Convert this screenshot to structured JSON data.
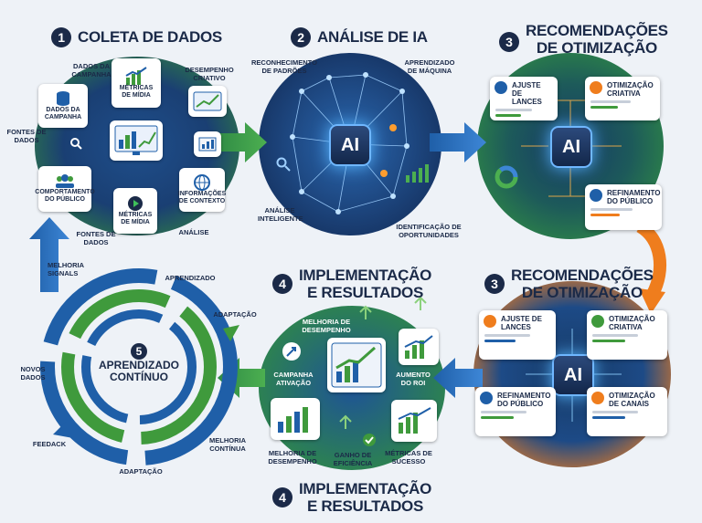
{
  "stage1": {
    "number": "1",
    "title": "COLETA DE DADOS",
    "labels": {
      "dados_campanha_top": "DADOS DA CAMPANHA",
      "desempenho_criativo": "DESEMPENHO CRIATIVO",
      "fontes_de_dados_left": "FONTES DE DADOS",
      "fontes_de_dados_bottom": "FONTES DE DADOS",
      "analise": "ANÁLISE"
    },
    "cards": {
      "dados_campanha": "DADOS DA CAMPANHA",
      "metricas_midia_top": "MÉTRICAS DE MÍDIA",
      "comportamento": "COMPORTAMENTO DO PÚBLICO",
      "metricas_midia_bottom": "MÉTRICAS DE MÍDIA",
      "informacoes": "INFORMAÇÕES DE CONTEXTO"
    }
  },
  "stage2": {
    "number": "2",
    "title": "ANÁLISE DE IA",
    "chip": "AI",
    "labels": {
      "reconhecimento": "RECONHECIMENTO DE PADRÕES",
      "aprendizado": "APRENDIZADO DE MÁQUINA",
      "analise_inteligente": "ANÁLISE INTELIGENTE",
      "identificacao": "IDENTIFICAÇÃO DE OPORTUNIDADES"
    }
  },
  "stage3_top": {
    "number": "3",
    "title_line1": "RECOMENDAÇÕES",
    "title_line2": "DE OTIMIZAÇÃO",
    "chip": "AI",
    "cards": {
      "ajuste": "AJUSTE DE LANCES",
      "otimizacao_criativa": "OTIMIZAÇÃO CRIATIVA",
      "refinamento": "REFINAMENTO DO PÚBLICO"
    }
  },
  "stage3_bottom": {
    "number": "3",
    "title_line1": "RECOMENDAÇÕES",
    "title_line2": "DE OTIMIZAÇÃO",
    "chip": "AI",
    "cards": {
      "ajuste": "AJUSTE DE LANCES",
      "otimizacao_criativa": "OTIMIZAÇÃO CRIATIVA",
      "refinamento": "REFINAMENTO DO PÚBLICO",
      "otimizacao_canais": "OTIMIZAÇÃO DE CANAIS"
    }
  },
  "stage4_top": {
    "number": "4",
    "title_line1": "IMPLEMENTAÇÃO",
    "title_line2": "E RESULTADOS",
    "labels": {
      "melhoria_desempenho_top": "MELHORIA DE DESEMPENHO",
      "campanha_ativacao": "CAMPANHA ATIVAÇÃO",
      "aumento_roi": "AUMENTO DO ROI",
      "melhoria_desempenho_bottom": "MELHORIA DE DESEMPENHO",
      "ganho_eficiencia": "GANHO DE EFICIÊNCIA",
      "metricas_sucesso": "MÉTRICAS DE SUCESSO"
    }
  },
  "stage4_bottom": {
    "number": "4",
    "title_line1": "IMPLEMENTAÇÃO",
    "title_line2": "E RESULTADOS"
  },
  "stage5": {
    "number": "5",
    "title_line1": "APRENDIZADO",
    "title_line2": "CONTÍNUO",
    "labels": {
      "melhoria_signals": "MELHORIA SIGNALS",
      "aprendizado": "APRENDIZADO",
      "adaptacao_top": "ADAPTAÇÃO",
      "novos_dados": "NOVOS DADOS",
      "feedack": "FEEDACK",
      "melhoria_continua": "MELHORIA CONTÍNUA",
      "adaptacao_bottom": "ADAPTAÇÃO"
    }
  },
  "colors": {
    "navy": "#1b2a48",
    "blue": "#1f5fa8",
    "green": "#3f9a3c",
    "orange": "#ef7d1d",
    "glow": "#6fb7ff"
  }
}
